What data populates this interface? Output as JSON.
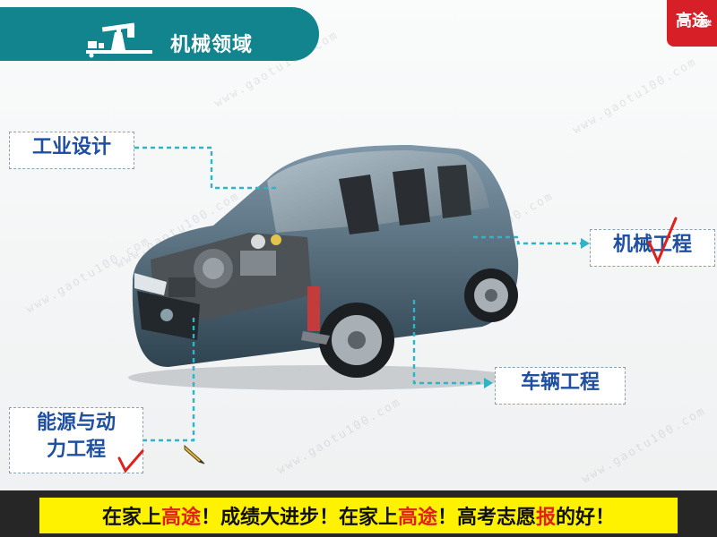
{
  "header": {
    "title": "机械领域",
    "icon": "oil-pump-icon",
    "accent_color": "#12848e"
  },
  "brand": {
    "name": "高途",
    "sub": "课堂",
    "color": "#d61f26"
  },
  "watermark": "www.gaotu100.com",
  "labels": {
    "industrial_design": "工业设计",
    "mechanical_engineering": "机械工程",
    "vehicle_engineering": "车辆工程",
    "energy_power_line1": "能源与动",
    "energy_power_line2": "力工程"
  },
  "banner": {
    "part1": "在家上",
    "part2": "高途",
    "part3": "！成绩大进步！在家上",
    "part4": "高途",
    "part5": "！高考志愿",
    "part6": "报",
    "part7": "的好！",
    "bg_color": "#fff200",
    "highlight_color": "#e0201b"
  }
}
